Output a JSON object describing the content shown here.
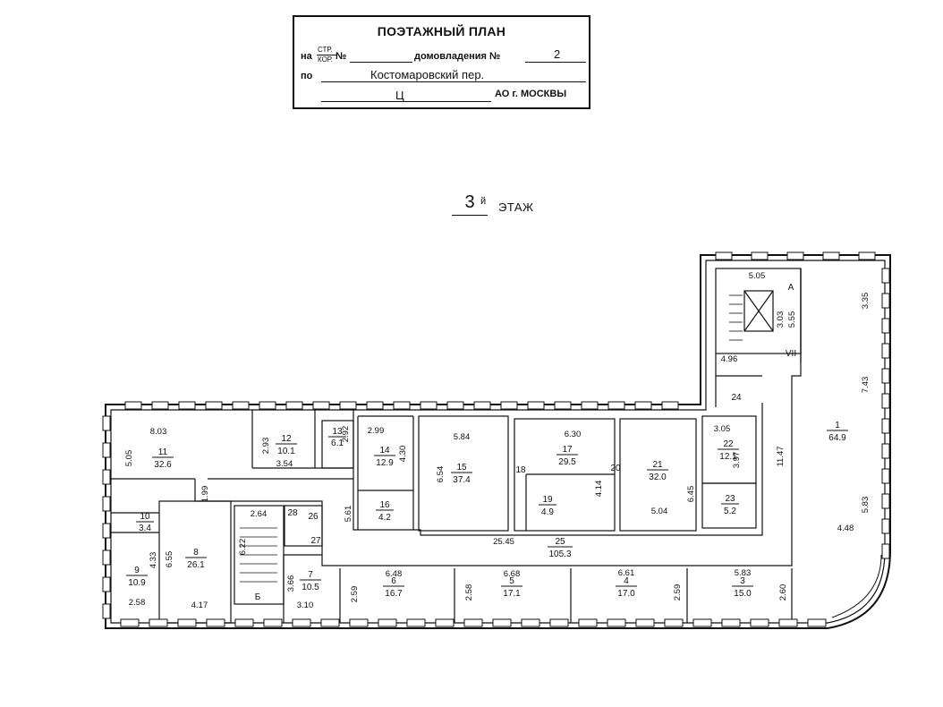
{
  "stamp": {
    "title": "ПОЭТАЖНЫЙ ПЛАН",
    "na": "на",
    "str": "СТР.",
    "kor": "КОР.",
    "no": "№",
    "domovladeniya": "домовладения №",
    "dom_number": "2",
    "po": "по",
    "street": "Костомаровский пер.",
    "district": "Ц",
    "ao": "АО г. МОСКВЫ"
  },
  "floor": {
    "number": "3",
    "suffix": "й",
    "word": "ЭТАЖ"
  },
  "rooms": [
    {
      "id": "r1",
      "num": "1",
      "area": "64.9"
    },
    {
      "id": "r3",
      "num": "3",
      "area": "15.0"
    },
    {
      "id": "r4",
      "num": "4",
      "area": "17.0"
    },
    {
      "id": "r5",
      "num": "5",
      "area": "17.1"
    },
    {
      "id": "r6",
      "num": "6",
      "area": "16.7"
    },
    {
      "id": "r7",
      "num": "7",
      "area": "10.5"
    },
    {
      "id": "r8",
      "num": "8",
      "area": "26.1"
    },
    {
      "id": "r9",
      "num": "9",
      "area": "10.9"
    },
    {
      "id": "r10",
      "num": "10",
      "area": "3.4"
    },
    {
      "id": "r11",
      "num": "11",
      "area": "32.6"
    },
    {
      "id": "r12",
      "num": "12",
      "area": "10.1"
    },
    {
      "id": "r13",
      "num": "13",
      "area": "6.1"
    },
    {
      "id": "r14",
      "num": "14",
      "area": "12.9"
    },
    {
      "id": "r15",
      "num": "15",
      "area": "37.4"
    },
    {
      "id": "r16",
      "num": "16",
      "area": "4.2"
    },
    {
      "id": "r17",
      "num": "17",
      "area": "29.5"
    },
    {
      "id": "r19",
      "num": "19",
      "area": "4.9"
    },
    {
      "id": "r21",
      "num": "21",
      "area": "32.0"
    },
    {
      "id": "r22",
      "num": "22",
      "area": "12.1"
    },
    {
      "id": "r23",
      "num": "23",
      "area": "5.2"
    },
    {
      "id": "r25",
      "num": "25",
      "area": "105.3"
    }
  ],
  "room_labels_single": [
    "18",
    "20",
    "24",
    "26",
    "27",
    "28",
    "А",
    "Б",
    "VII"
  ],
  "dimensions": [
    "5.05",
    "3.35",
    "3.03",
    "5.55",
    "4.96",
    "7.43",
    "11.47",
    "5.83",
    "4.48",
    "3.05",
    "3.97",
    "6.45",
    "6.30",
    "4.14",
    "5.04",
    "5.84",
    "6.54",
    "2.99",
    "4.30",
    "2.92",
    "2.93",
    "3.54",
    "8.03",
    "5.05",
    "1.99",
    "5.61",
    "25.45",
    "2.64",
    "6.22",
    "3.66",
    "3.10",
    "6.55",
    "4.33",
    "2.58",
    "4.17",
    "6.48",
    "2.59",
    "6.68",
    "2.58",
    "6.61",
    "2.59",
    "5.83",
    "2.60"
  ]
}
